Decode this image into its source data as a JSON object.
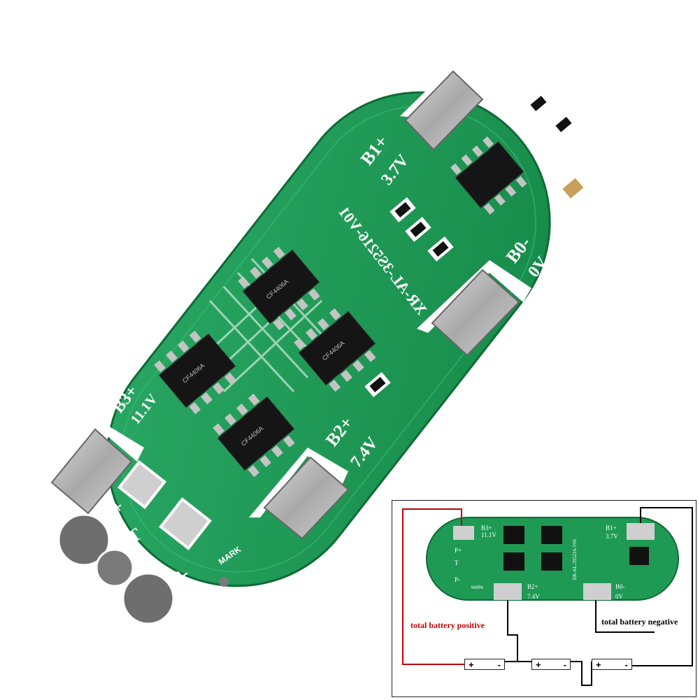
{
  "board": {
    "pads": {
      "b1": "B1+",
      "b1_voltage": "3.7V",
      "b0": "B0-",
      "b0_voltage": "0V",
      "b2": "B2+",
      "b2_voltage": "7.4V",
      "b3": "B3+",
      "b3_voltage": "11.1V",
      "p_plus": "P+",
      "t": "T",
      "p_minus": "P-"
    },
    "model_code": "XR-AL-3S5216-V01",
    "mark_label": "MARK",
    "mosfet_marking": "CF4406A"
  },
  "wiring_diagram": {
    "positive_label": "total battery positive",
    "negative_label": "total battery negative",
    "cells": [
      {
        "plus": "+",
        "minus": "-"
      },
      {
        "plus": "+",
        "minus": "-"
      },
      {
        "plus": "+",
        "minus": "-"
      }
    ],
    "colors": {
      "positive_wire": "#c00000",
      "negative_wire": "#000000",
      "board": "#1f9a55"
    }
  }
}
